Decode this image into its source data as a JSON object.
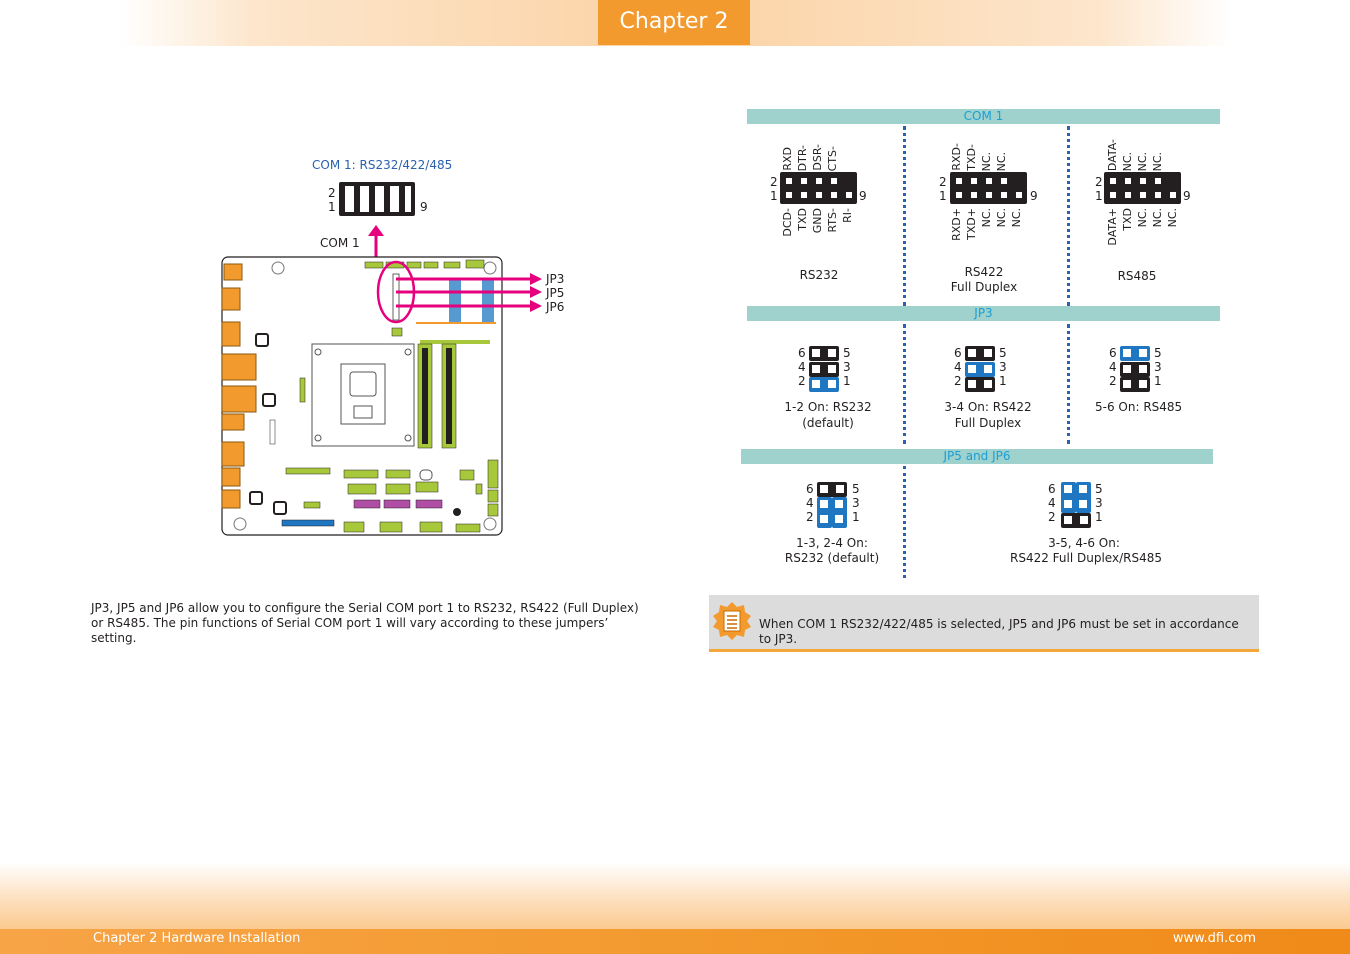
{
  "header": {
    "chapter_label": "Chapter 2"
  },
  "footer": {
    "left": "Chapter 2 Hardware Installation",
    "right": "www.dfi.com"
  },
  "board": {
    "com_title": "COM 1: RS232/422/485",
    "connector_label": "COM 1",
    "pin_2": "2",
    "pin_1": "1",
    "pin_9": "9",
    "jumpers": [
      "JP3",
      "JP5",
      "JP6"
    ]
  },
  "description": "JP3, JP5 and JP6 allow you to configure the Serial COM port 1 to RS232, RS422 (Full Duplex) or RS485. The pin functions of Serial COM port 1 will vary according to these jumpers’ setting.",
  "panel": {
    "com_band": "COM 1",
    "modes": [
      {
        "top_pins": [
          "RXD",
          "DTR-",
          "DSR-",
          "CTS-"
        ],
        "bottom_pins": [
          "DCD-",
          "TXD",
          "GND",
          "RTS-",
          "RI-"
        ],
        "name": "RS232",
        "sub": ""
      },
      {
        "top_pins": [
          "RXD-",
          "TXD-",
          "NC.",
          "NC."
        ],
        "bottom_pins": [
          "RXD+",
          "TXD+",
          "NC.",
          "NC.",
          "NC."
        ],
        "name": "RS422",
        "sub": "Full Duplex"
      },
      {
        "top_pins": [
          "DATA-",
          "NC.",
          "NC.",
          "NC."
        ],
        "bottom_pins": [
          "DATA+",
          "TXD",
          "NC.",
          "NC.",
          "NC."
        ],
        "name": "RS485",
        "sub": ""
      }
    ],
    "jp3_band": "JP3",
    "jp3": [
      {
        "line1": "1-2 On: RS232",
        "line2": "(default)",
        "on_row": 3
      },
      {
        "line1": "3-4 On: RS422",
        "line2": "Full Duplex",
        "on_row": 2
      },
      {
        "line1": "5-6 On: RS485",
        "line2": "",
        "on_row": 1
      }
    ],
    "jp56_band": "JP5 and JP6",
    "jp56": [
      {
        "line1": "1-3, 2-4 On:",
        "line2": "RS232 (default)"
      },
      {
        "line1": "3-5, 4-6 On:",
        "line2": "RS422 Full Duplex/RS485"
      }
    ],
    "pin_numbers": {
      "six": "6",
      "five": "5",
      "four": "4",
      "three": "3",
      "two": "2",
      "one": "1",
      "nine": "9"
    }
  },
  "note": {
    "text": "When COM 1 RS232/422/485 is selected, JP5 and JP6 must be set in accordance to JP3."
  },
  "colors": {
    "accent_orange": "#f39a2e",
    "band_teal": "#9fd2cd",
    "band_text": "#1a9fd6",
    "jumper_blue": "#1f77c2",
    "pointer_magenta": "#e6007e",
    "board_green": "#a8c83c"
  }
}
